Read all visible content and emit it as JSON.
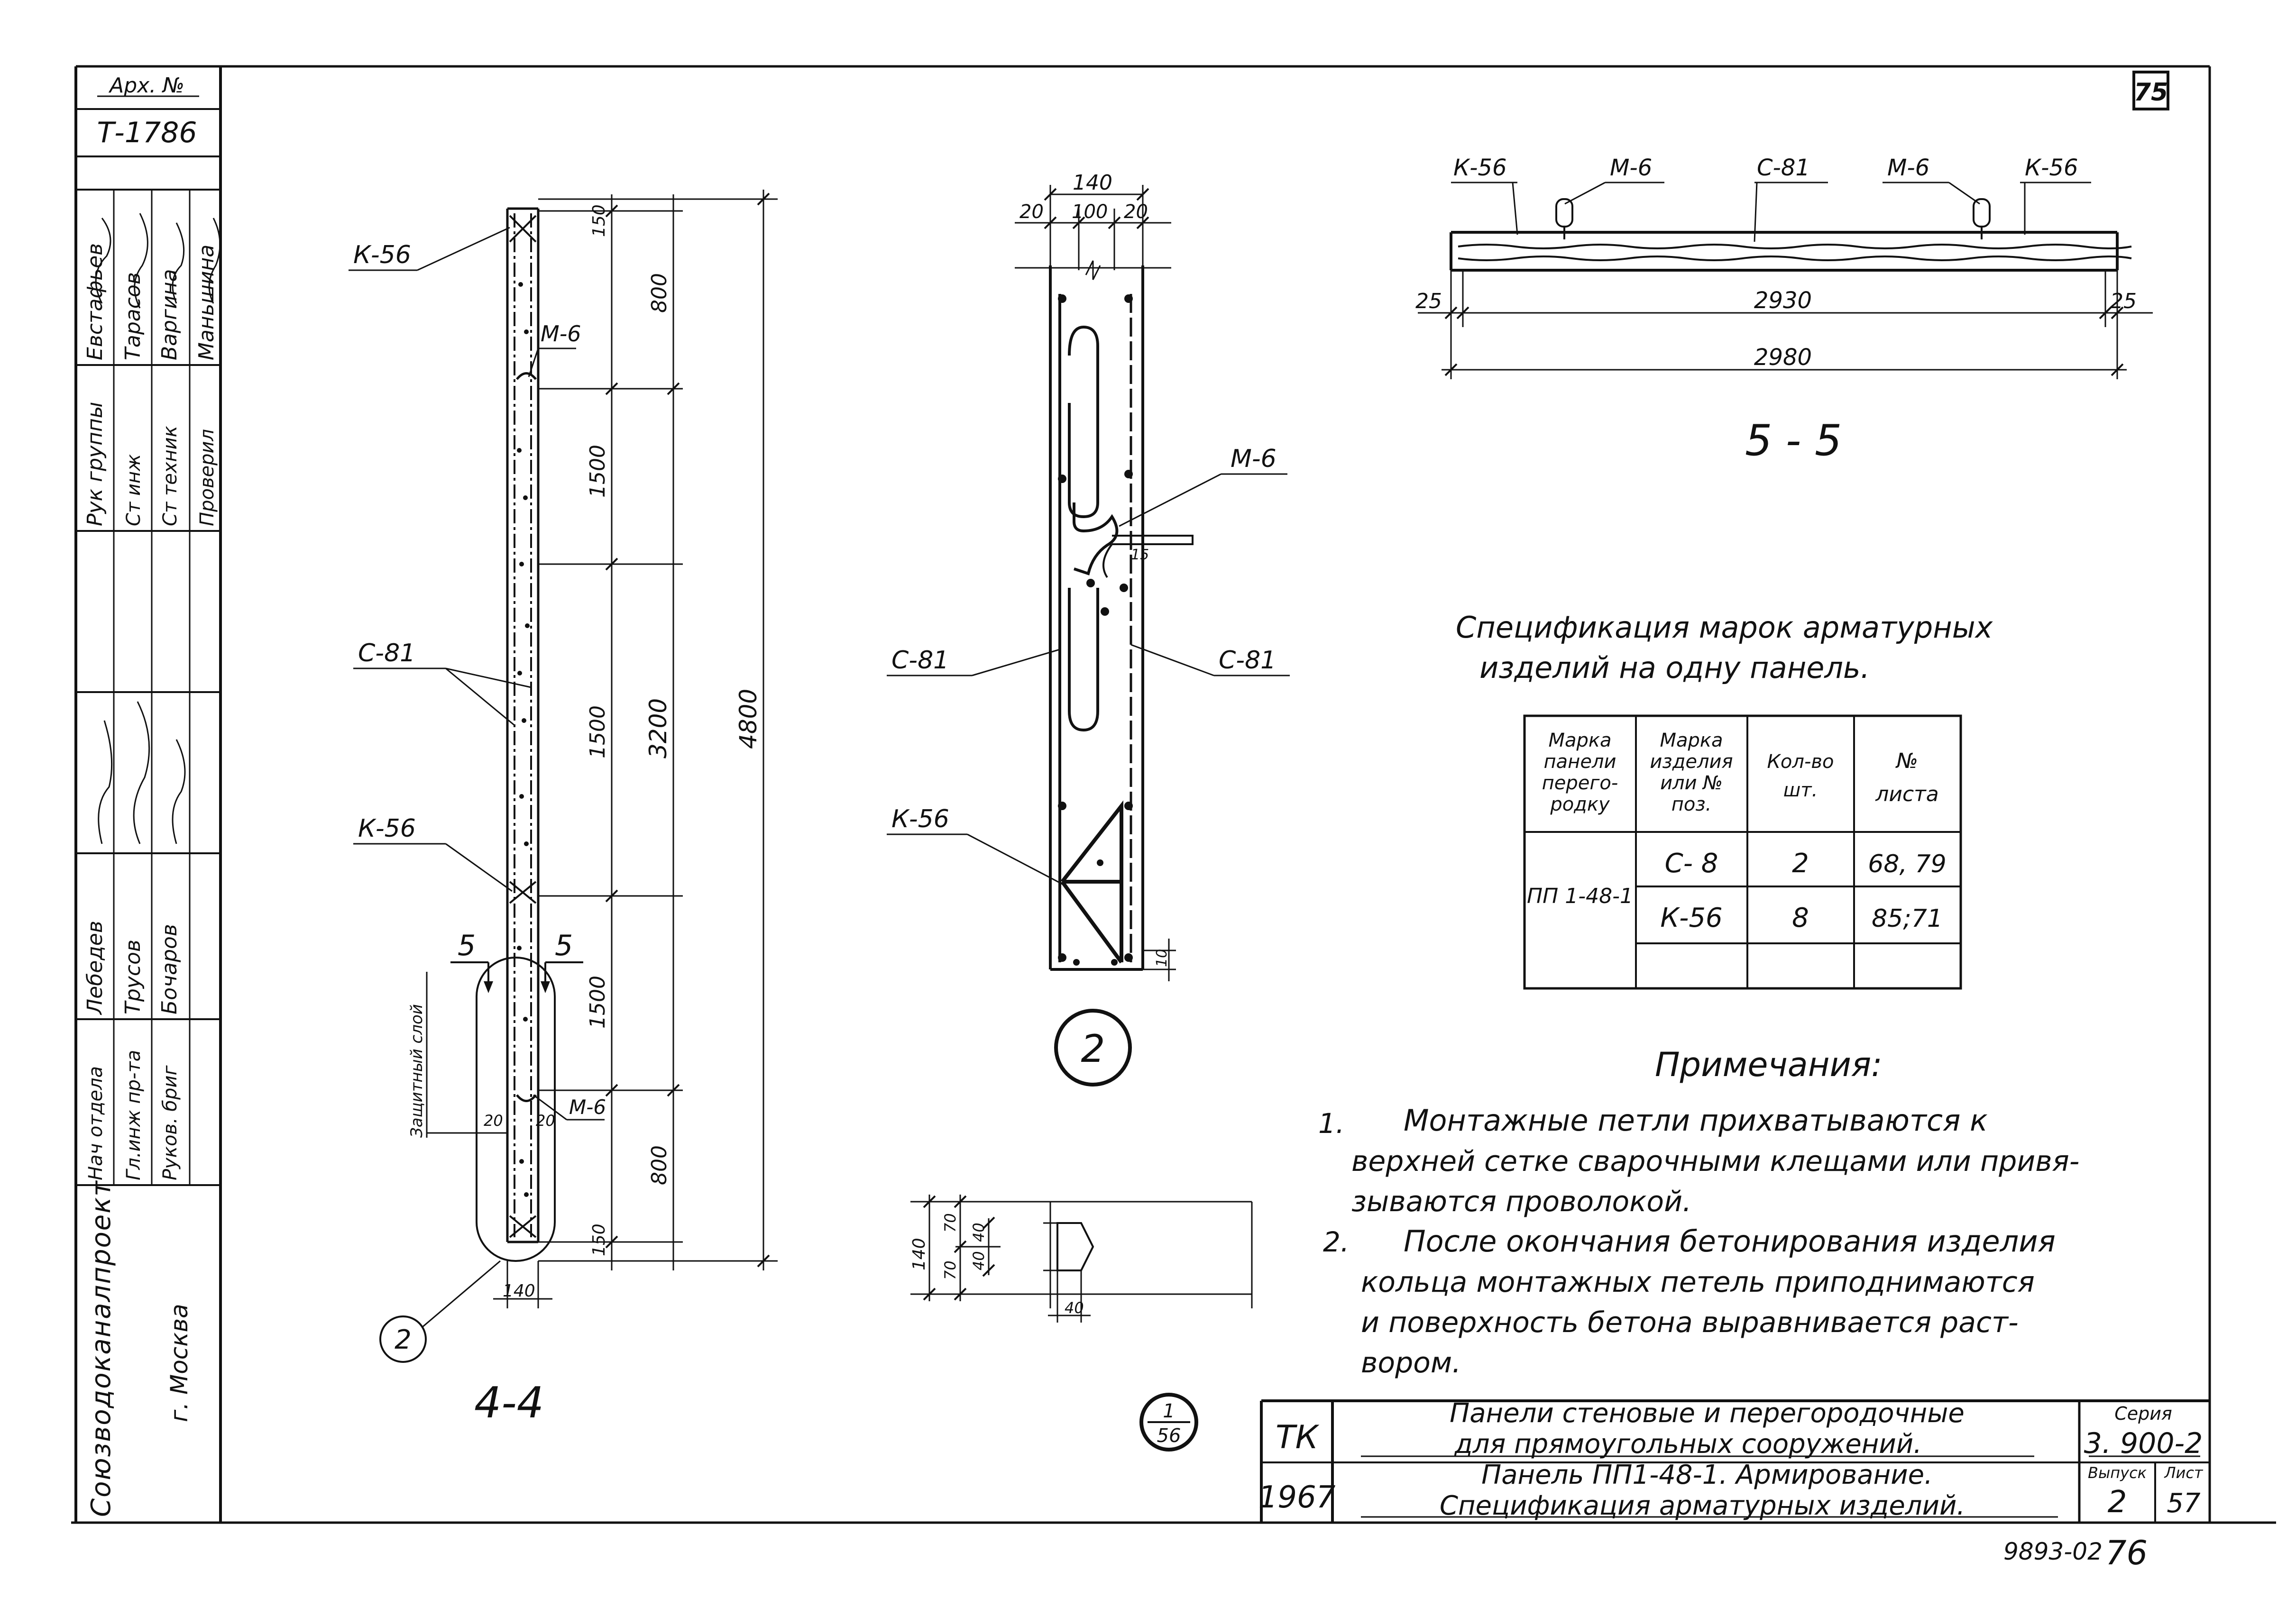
{
  "sheet_number_top": "75",
  "archive": {
    "label": "Арх. №",
    "number": "Т-1786"
  },
  "signatures": [
    {
      "role": "Рук группы",
      "name": "Евстафьев"
    },
    {
      "role": "Ст инж",
      "name": "Тарасов"
    },
    {
      "role": "Ст техник",
      "name": "Варгина"
    },
    {
      "role": "Проверил",
      "name": "Маньшина"
    },
    {
      "role": "Нач отдела",
      "name": "Лебедев"
    },
    {
      "role": "Гл.инж пр-та",
      "name": "Трусов"
    },
    {
      "role": "Руков. бриг",
      "name": "Бочаров"
    }
  ],
  "organization": {
    "name": "Союзводоканалпроект",
    "city": "г. Москва"
  },
  "section_4_4": {
    "label": "4-4",
    "marks": [
      "К-56",
      "М-6",
      "С-81",
      "К-56",
      "М-6"
    ],
    "cut_mark": "5",
    "cover_label": "Защитный слой",
    "small_dims": [
      "20",
      "20"
    ],
    "width_dim": "140",
    "callout": "2",
    "dims_inner": [
      "150",
      "800",
      "1500",
      "1500",
      "1500",
      "800",
      "150"
    ],
    "dim_3200": "3200",
    "dim_4800": "4800"
  },
  "detail_2": {
    "dims_top": {
      "total": "140",
      "left": "20",
      "middle": "100",
      "right": "20"
    },
    "marks": {
      "m6": "М-6",
      "c81_left": "С-81",
      "c81_right": "С-81",
      "k56": "К-56"
    },
    "small_dim": "15",
    "bottom_dim": "10",
    "callout": "2"
  },
  "small_section": {
    "dims": [
      "140",
      "70",
      "70",
      "40",
      "40",
      "40"
    ]
  },
  "ref_mark": {
    "top": "1",
    "bottom": "56"
  },
  "section_5_5": {
    "label": "5 - 5",
    "marks": [
      "К-56",
      "М-6",
      "С-81",
      "М-6",
      "К-56"
    ],
    "dim_left": "25",
    "dim_mid": "2930",
    "dim_right": "25",
    "dim_total": "2980"
  },
  "spec": {
    "title_1": "Спецификация марок арматурных",
    "title_2": "изделий на одну панель.",
    "headers": [
      [
        "Марка",
        "панели",
        "перего-",
        "родку"
      ],
      [
        "Марка",
        "изделия",
        "или №",
        "поз."
      ],
      [
        "Кол-во",
        "шт."
      ],
      [
        "№",
        "листа"
      ]
    ],
    "panel": "ПП 1-48-1",
    "rows": [
      {
        "item": "С- 8",
        "qty": "2",
        "sheet": "68, 79"
      },
      {
        "item": "К-56",
        "qty": "8",
        "sheet": "85;71"
      }
    ]
  },
  "notes": {
    "title": "Примечания:",
    "items": [
      {
        "num": "1.",
        "lines": [
          "Монтажные петли прихватываются к",
          "верхней сетке сварочными клещами или привя-",
          "зываются проволокой."
        ]
      },
      {
        "num": "2.",
        "lines": [
          "После окончания бетонирования изделия",
          "кольца монтажных петель приподнимаются",
          "и поверхность бетона выравнивается раст-",
          "вором."
        ]
      }
    ]
  },
  "title_block": {
    "tk": "ТК",
    "year": "1967",
    "title_1": "Панели стеновые и перегородочные",
    "title_2": "для прямоугольных сооружений.",
    "title_3": "Панель ПП1-48-1. Армирование.",
    "title_4": "Спецификация арматурных изделий.",
    "series_label": "Серия",
    "series": "3. 900-2",
    "issue_label": "Выпуск",
    "issue": "2",
    "sheet_label": "Лист",
    "sheet": "57"
  },
  "footer_code": "9893-02",
  "footer_page": "76"
}
